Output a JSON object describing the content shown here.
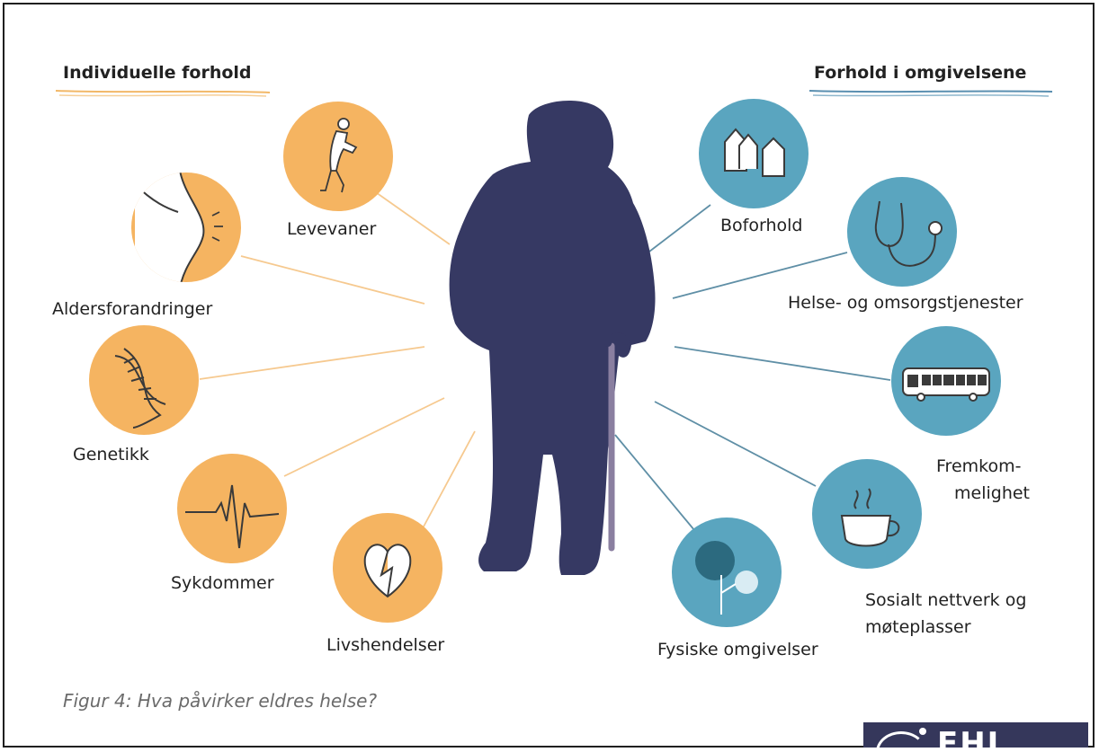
{
  "headers": {
    "left": "Individuelle forhold",
    "right": "Forhold i omgivelsene"
  },
  "individual": [
    {
      "label": "Levevaner",
      "icon": "walking-person-icon"
    },
    {
      "label": "Aldersforandringer",
      "icon": "knee-joint-icon"
    },
    {
      "label": "Genetikk",
      "icon": "dna-helix-icon"
    },
    {
      "label": "Sykdommer",
      "icon": "heartbeat-line-icon"
    },
    {
      "label": "Livshendelser",
      "icon": "broken-heart-icon"
    }
  ],
  "environment": [
    {
      "label": "Boforhold",
      "icon": "houses-icon"
    },
    {
      "label": "Helse- og omsorgstjenester",
      "icon": "stethoscope-icon"
    },
    {
      "label_line1": "Fremkom-",
      "label_line2": "melighet",
      "icon": "bus-icon"
    },
    {
      "label_line1": "Sosialt nettverk og",
      "label_line2": "møteplasser",
      "icon": "coffee-cup-icon"
    },
    {
      "label": "Fysiske omgivelser",
      "icon": "tree-icon"
    }
  ],
  "caption": "Figur 4: Hva påvirker eldres helse?",
  "logo_text": "FHI",
  "colors": {
    "orange": "#f5b461",
    "blue": "#5aa5bf",
    "navy": "#363963",
    "orange_line": "#f4c98c",
    "blue_line": "#5f8fa6"
  }
}
